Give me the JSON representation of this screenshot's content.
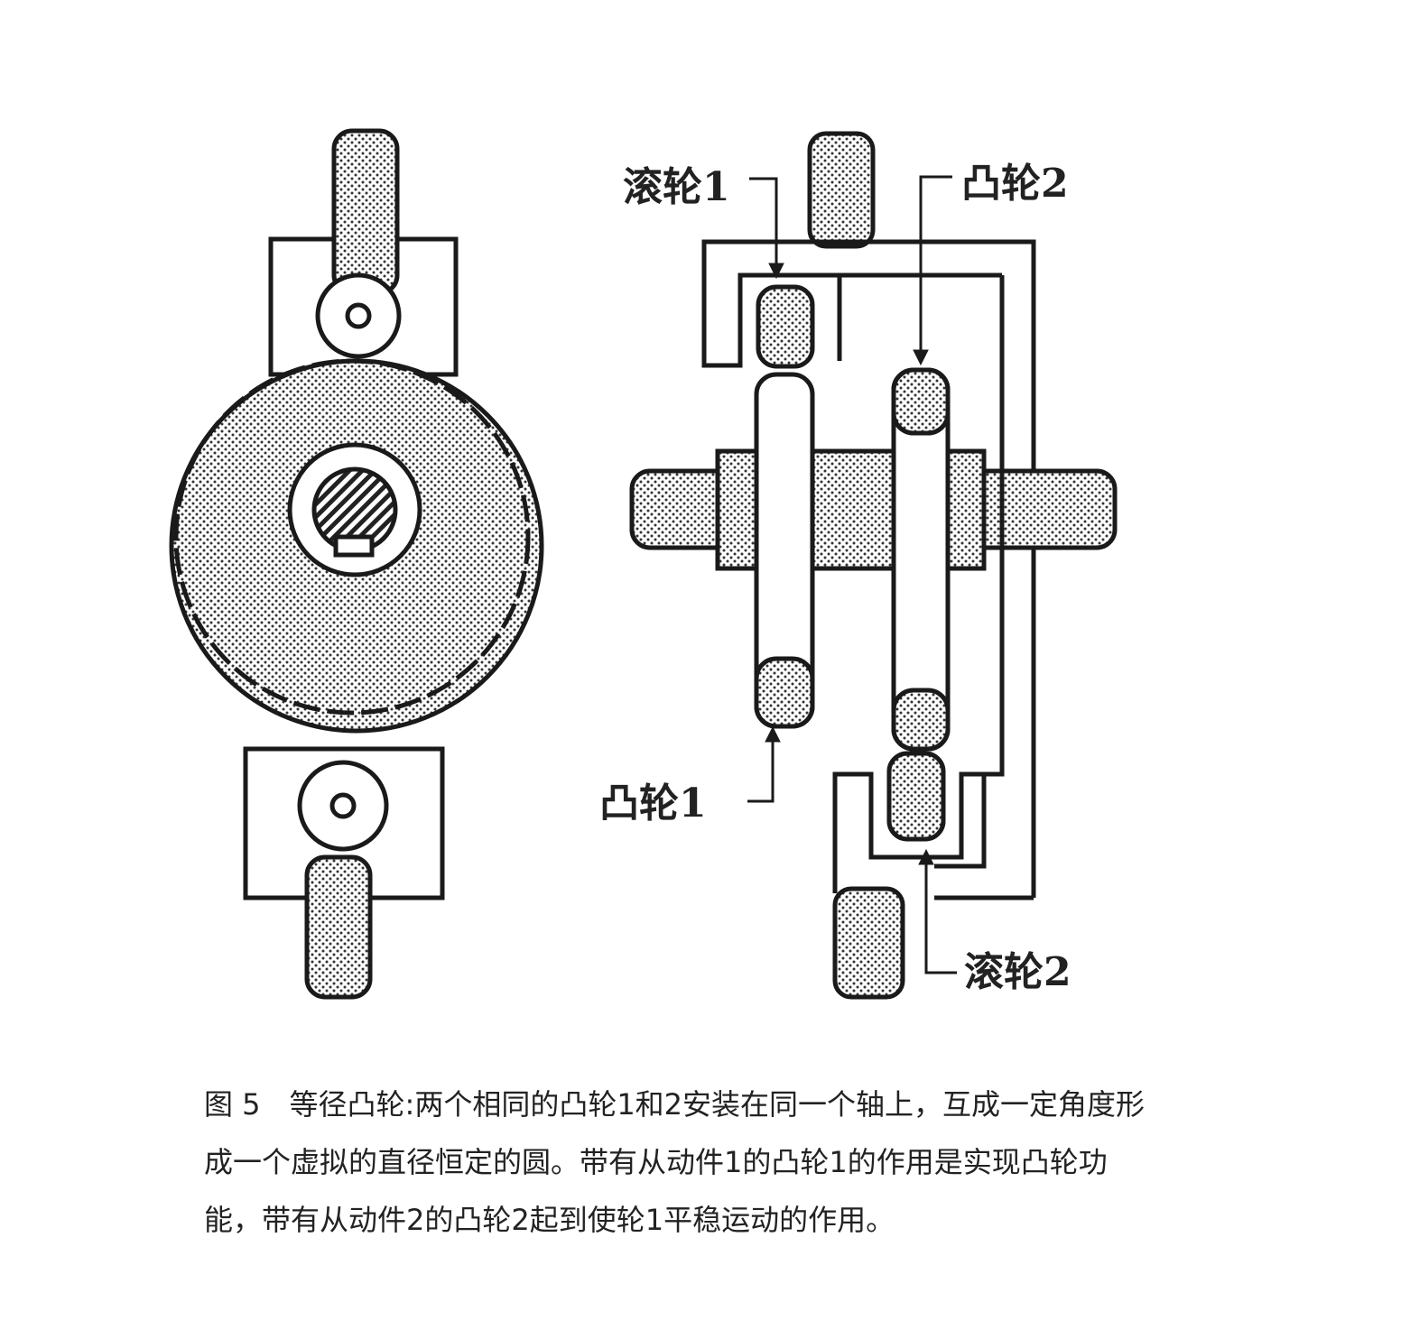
{
  "figure": {
    "labels": {
      "roller1": "滚轮1",
      "cam2": "凸轮2",
      "cam1": "凸轮1",
      "roller2": "滚轮2"
    },
    "caption": "图 5　等径凸轮:两个相同的凸轮1和2安装在同一个轴上，互成一定角度形成一个虚拟的直径恒定的圆。带有从动件1的凸轮1的作用是实现凸轮功能，带有从动件2的凸轮2起到使轮1平稳运动的作用。"
  }
}
